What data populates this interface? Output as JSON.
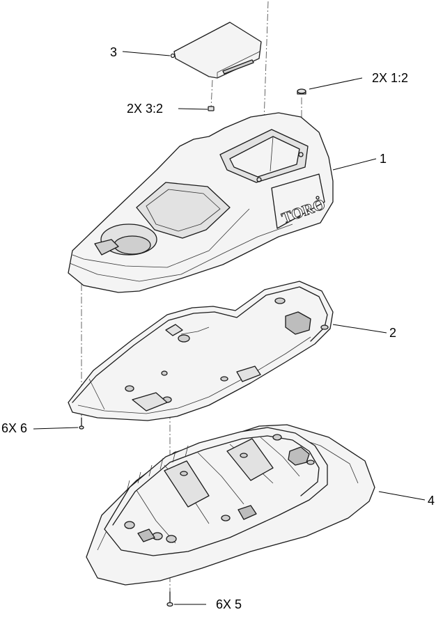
{
  "callouts": {
    "c3": "3",
    "c2x_1_2": "2X 1:2",
    "c2x_3_2": "2X 3:2",
    "c1": "1",
    "c2": "2",
    "c6x_6": "6X 6",
    "c4": "4",
    "c6x_5": "6X 5"
  },
  "parts": {
    "logo_text": "TORO"
  }
}
